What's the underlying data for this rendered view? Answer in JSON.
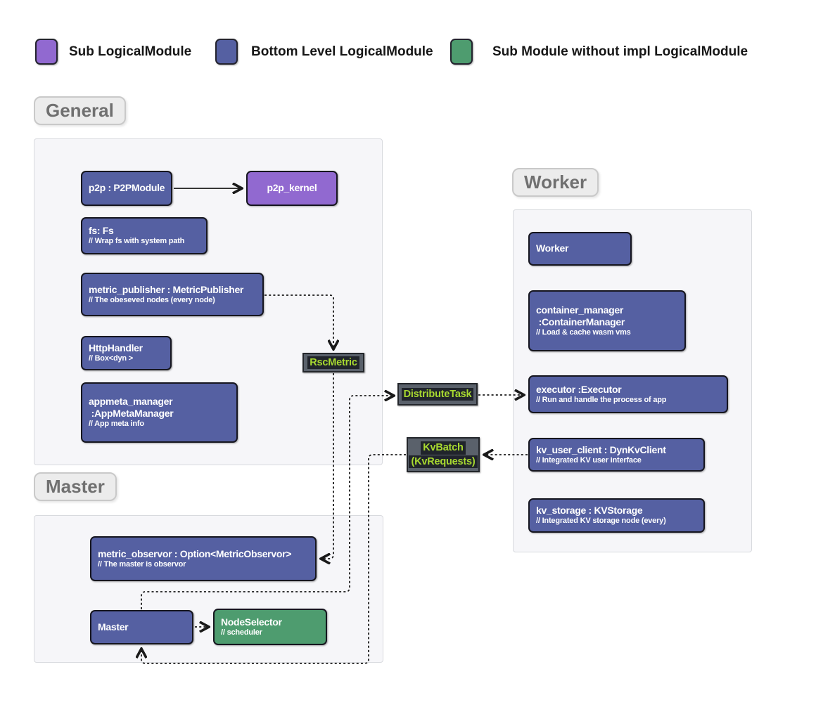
{
  "legend": {
    "items": [
      {
        "label": "Sub LogicalModule",
        "color": "#9169d0"
      },
      {
        "label": "Bottom Level LogicalModule",
        "color": "#5560a2"
      },
      {
        "label": "Sub Module without impl LogicalModule",
        "color": "#4e9c6f"
      }
    ]
  },
  "sections": {
    "general": {
      "label": "General"
    },
    "worker": {
      "label": "Worker"
    },
    "master": {
      "label": "Master"
    }
  },
  "nodes": {
    "p2p": {
      "title": "p2p : P2PModule"
    },
    "p2p_kernel": {
      "title": "p2p_kernel"
    },
    "fs": {
      "title": "fs: Fs",
      "comment": "// Wrap fs with system path"
    },
    "metric_publisher": {
      "title": "metric_publisher : MetricPublisher",
      "comment": "// The obeseved nodes (every node)"
    },
    "http_handler": {
      "title": "HttpHandler",
      "comment": "// Box<dyn >"
    },
    "appmeta_manager": {
      "title": "appmeta_manager",
      "subtitle": " :AppMetaManager",
      "comment": "// App meta info"
    },
    "worker": {
      "title": "Worker"
    },
    "container_manager": {
      "title": "container_manager",
      "subtitle": " :ContainerManager",
      "comment": "// Load & cache wasm vms"
    },
    "executor": {
      "title": "executor :Executor",
      "comment": "// Run and handle the process of app"
    },
    "kv_user_client": {
      "title": "kv_user_client : DynKvClient",
      "comment": "// Integrated KV user interface"
    },
    "kv_storage": {
      "title": "kv_storage : KVStorage",
      "comment": "// Integrated KV storage node (every)"
    },
    "metric_observor": {
      "title": "metric_observor : Option<MetricObservor>",
      "comment": "// The master is observor"
    },
    "master": {
      "title": "Master"
    },
    "node_selector": {
      "title": "NodeSelector",
      "comment": "// scheduler"
    }
  },
  "messages": {
    "rsc_metric": {
      "lines": {
        "0": "RscMetric"
      }
    },
    "distribute_task": {
      "lines": {
        "0": "DistributeTask"
      }
    },
    "kv_batch": {
      "lines": {
        "0": "KvBatch",
        "1": "(KvRequests)"
      }
    }
  },
  "edges": [
    {
      "from": "p2p",
      "to": "p2p_kernel",
      "style": "solid"
    },
    {
      "from": "metric_publisher",
      "to": "rsc_metric",
      "style": "dotted"
    },
    {
      "from": "rsc_metric",
      "to": "metric_observor",
      "style": "dotted"
    },
    {
      "from": "master",
      "to": "distribute_task",
      "style": "dotted"
    },
    {
      "from": "distribute_task",
      "to": "executor",
      "style": "dotted"
    },
    {
      "from": "kv_user_client",
      "to": "kv_batch",
      "style": "dotted"
    },
    {
      "from": "kv_batch",
      "to": "master",
      "style": "dotted"
    },
    {
      "from": "master",
      "to": "node_selector",
      "style": "dotted"
    }
  ],
  "colors": {
    "sub_module": "#9169d0",
    "bottom_level_module": "#5560a2",
    "no_impl_module": "#4e9c6f",
    "message_text": "#a8d930",
    "message_band": "#20242b",
    "message_frame": "#5a616b",
    "container_bg": "#f6f6f9",
    "edge": "#1a1a1a"
  }
}
